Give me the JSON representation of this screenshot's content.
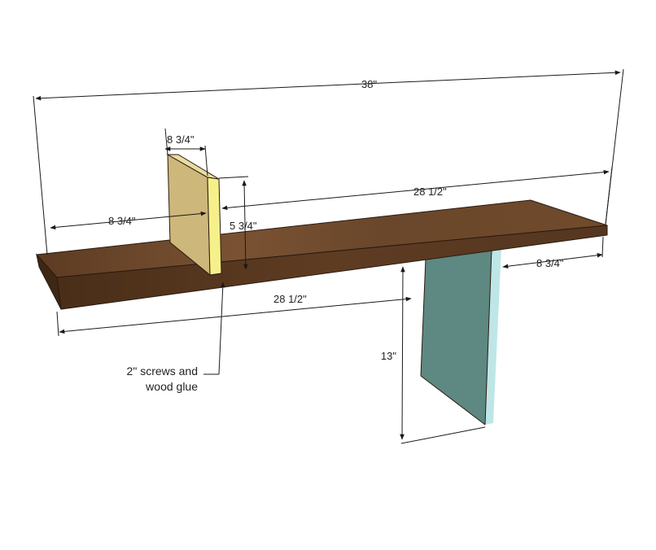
{
  "dimensions": {
    "overall_length": "38\"",
    "upright_depth": "8 3/4\"",
    "upright_offset": "8 3/4\"",
    "top_span": "28 1/2\"",
    "upright_height": "5 3/4\"",
    "front_span": "28 1/2\"",
    "leg_inset": "8 3/4\"",
    "leg_height": "13\""
  },
  "note": {
    "line1": "2\" screws and",
    "line2": "wood glue"
  },
  "colors": {
    "shelf_top": "#6e4a2e",
    "shelf_front": "#5a3a20",
    "upright_side": "#cdb77a",
    "upright_edge": "#f6f08a",
    "leg_face": "#5e8882",
    "leg_edge": "#bfe6e6"
  }
}
